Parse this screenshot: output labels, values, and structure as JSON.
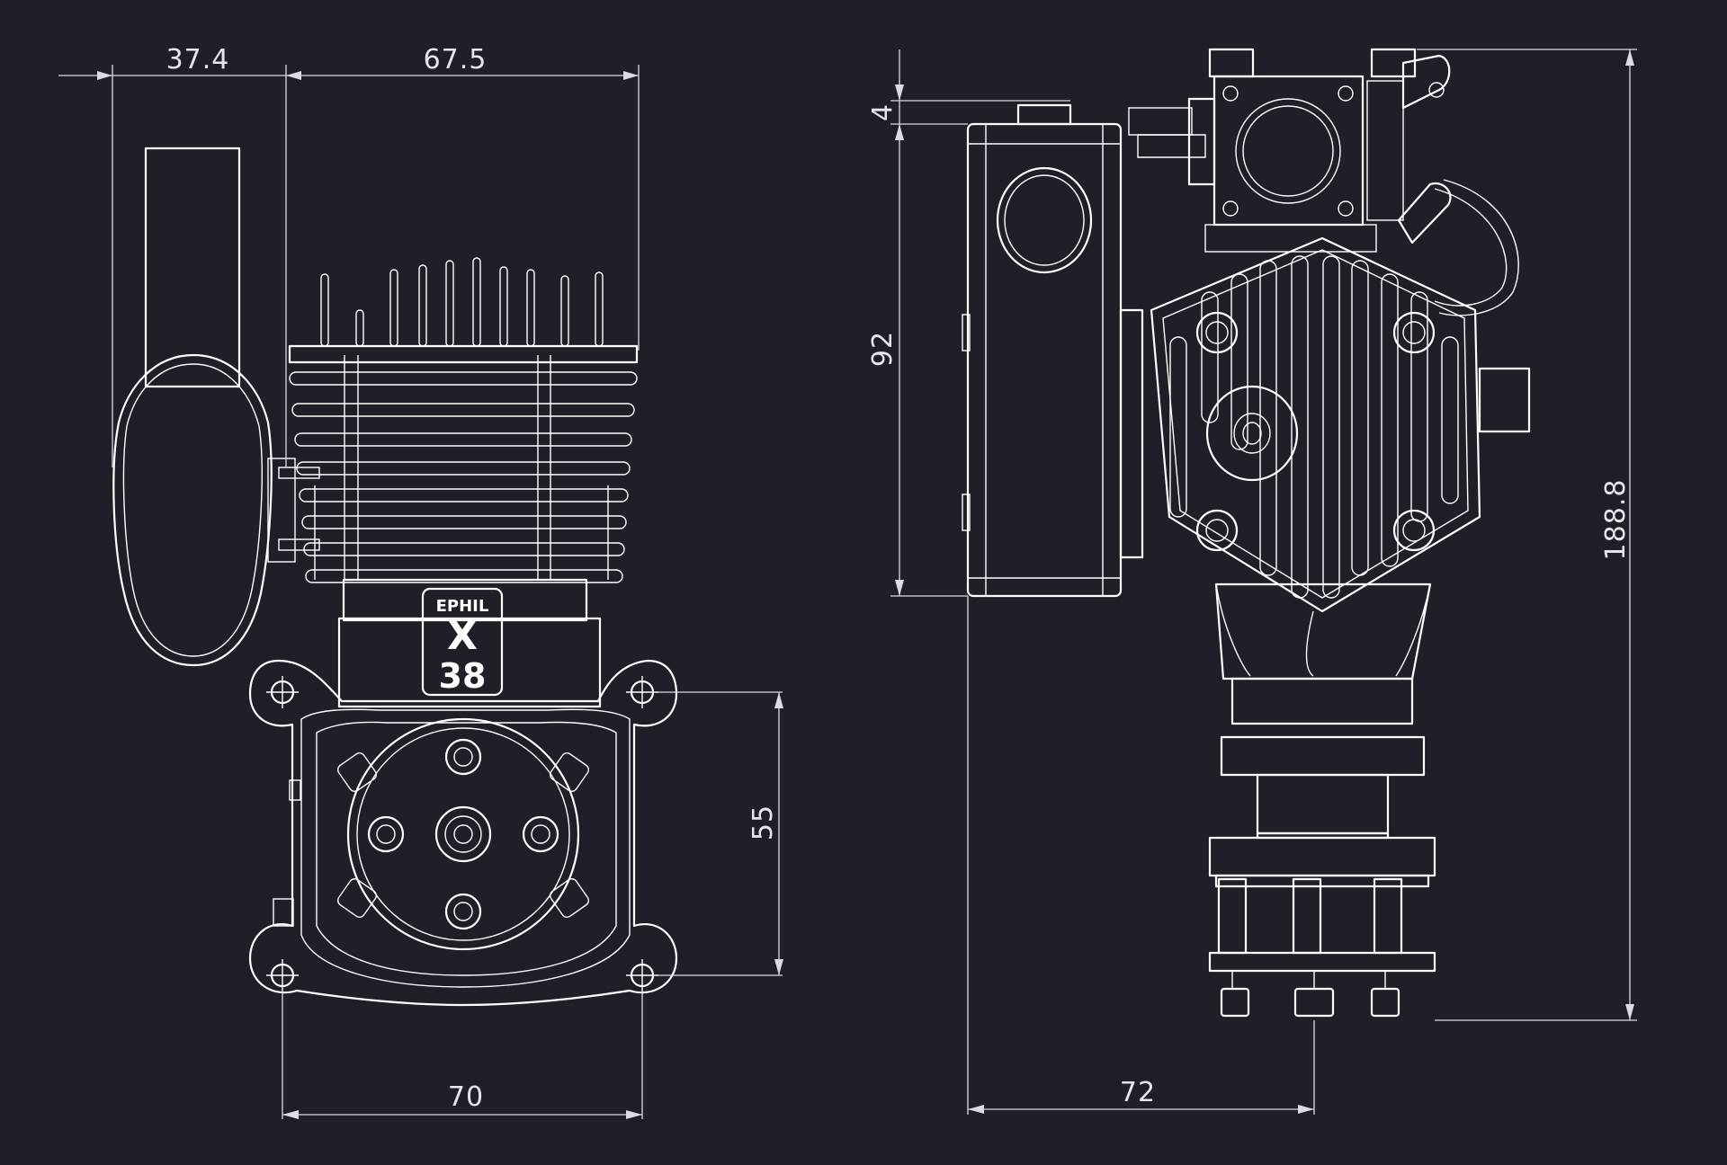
{
  "colors": {
    "background": "#1d2027",
    "lines": "#ffffff",
    "dimension": "#d9dce2"
  },
  "dimensions": {
    "d_37_4": "37.4",
    "d_67_5": "67.5",
    "d_55": "55",
    "d_70": "70",
    "d_4": "4",
    "d_92": "92",
    "d_188_8": "188.8",
    "d_72": "72"
  },
  "engine_label": {
    "brand": "EPHIL",
    "model_letter": "X",
    "model_number": "38"
  }
}
